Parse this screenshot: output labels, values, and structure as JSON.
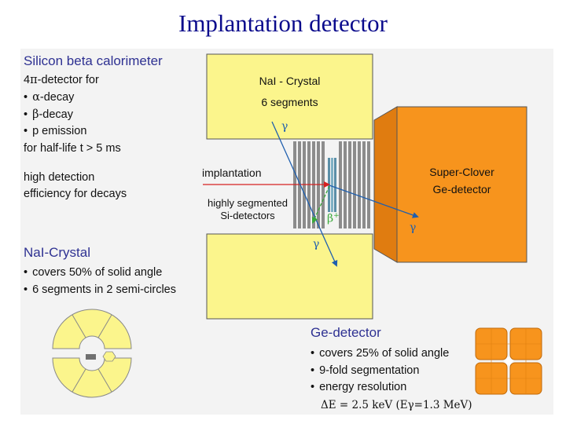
{
  "title": "Implantation detector",
  "silicon": {
    "heading": "Silicon beta calorimeter",
    "line1_prefix": "4",
    "line1_symbol": "π",
    "line1_suffix": "-detector for",
    "items": [
      {
        "symbol": "α",
        "text": "-decay"
      },
      {
        "symbol": "β",
        "text": "-decay"
      },
      {
        "symbol": "",
        "text": "p emission"
      }
    ],
    "halflife": "for half-life t > 5 ms",
    "efficiency_1": "high detection",
    "efficiency_2": "efficiency for decays"
  },
  "nai": {
    "heading": "NaI-Crystal",
    "items": [
      "covers 50% of solid angle",
      "6 segments in 2 semi-circles"
    ]
  },
  "ge": {
    "heading": "Ge-detector",
    "items": [
      "covers 25% of solid angle",
      "9-fold segmentation",
      "energy resolution"
    ],
    "resolution": "ΔE = 2.5 keV (Eγ=1.3 MeV)"
  },
  "diagram": {
    "nai_label_1": "NaI - Crystal",
    "nai_label_2": "6 segments",
    "clover_label_1": "Super-Clover",
    "clover_label_2": "Ge-detector",
    "implantation": "implantation",
    "si_label_1": "highly segmented",
    "si_label_2": "Si-detectors",
    "gamma": "γ",
    "beta": "β",
    "beta_sup": "+"
  },
  "colors": {
    "title": "#0a0a8c",
    "heading": "#2e3192",
    "nai_yellow": "#fbf58c",
    "ge_orange": "#f7941d",
    "gamma_line": "#1f5fae",
    "beta_line": "#38a838",
    "beam": "#d62020"
  }
}
